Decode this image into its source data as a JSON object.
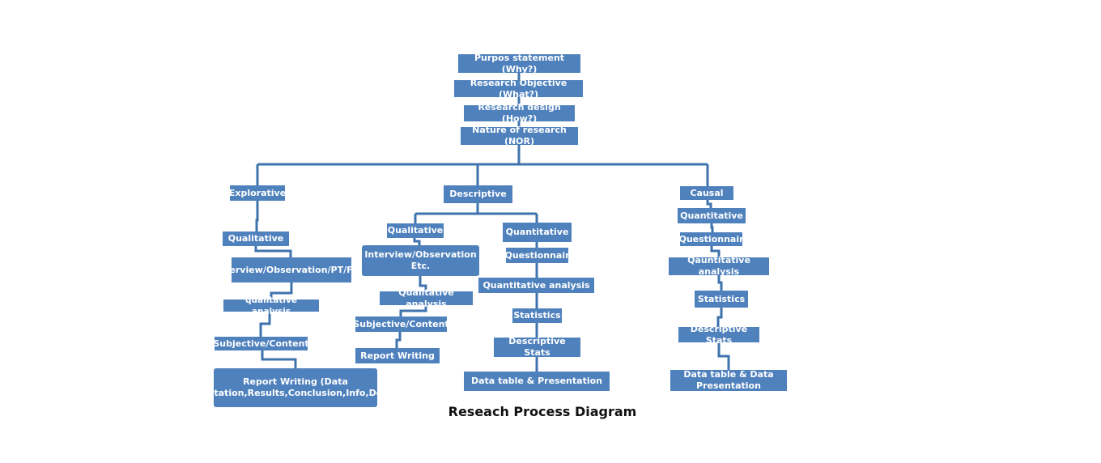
{
  "diagram": {
    "title": "Reseach Process Diagram",
    "line_color": "#3f73ad",
    "box_color": "#4f81bd",
    "box_text_color": "#ffffff",
    "top": {
      "purpose": "Purpos statement  (Why?)",
      "objective": "Research Objective (What?)",
      "design": "Research design (How?)",
      "nature": "Nature of research (NOR)"
    },
    "explorative": {
      "label": "Explorative",
      "qualitative": "Qualitative",
      "methods": "Interview/Observation/PT/FGD",
      "analysis": "qualitative  analysis",
      "subjective": "Subjective/Content",
      "report": "Report Writing (Data presentation,Results,Conclusion,Info,Decision"
    },
    "descriptive": {
      "label": "Descriptive",
      "qualitative": {
        "label": "Qualitative",
        "methods": "Interview/Observation Etc.",
        "analysis": "Qualitative  analysis",
        "subjective": "Subjective/Content",
        "report": "Report Writing"
      },
      "quantitative": {
        "label": "Quantitative",
        "questionnaire": "Questionnair",
        "analysis": "Quantitative  analysis",
        "statistics": "Statistics",
        "descriptive_stats": "Descriptive Stats",
        "data_table": "Data table  & Presentation"
      }
    },
    "causal": {
      "label": "Causal",
      "quantitative": "Quantitative",
      "questionnaire": "Questionnair",
      "analysis": "Qauntitative  analysis",
      "statistics": "Statistics",
      "descriptive_stats": "Descriptive Stats",
      "data_table": "Data table  & Data Presentation"
    }
  }
}
